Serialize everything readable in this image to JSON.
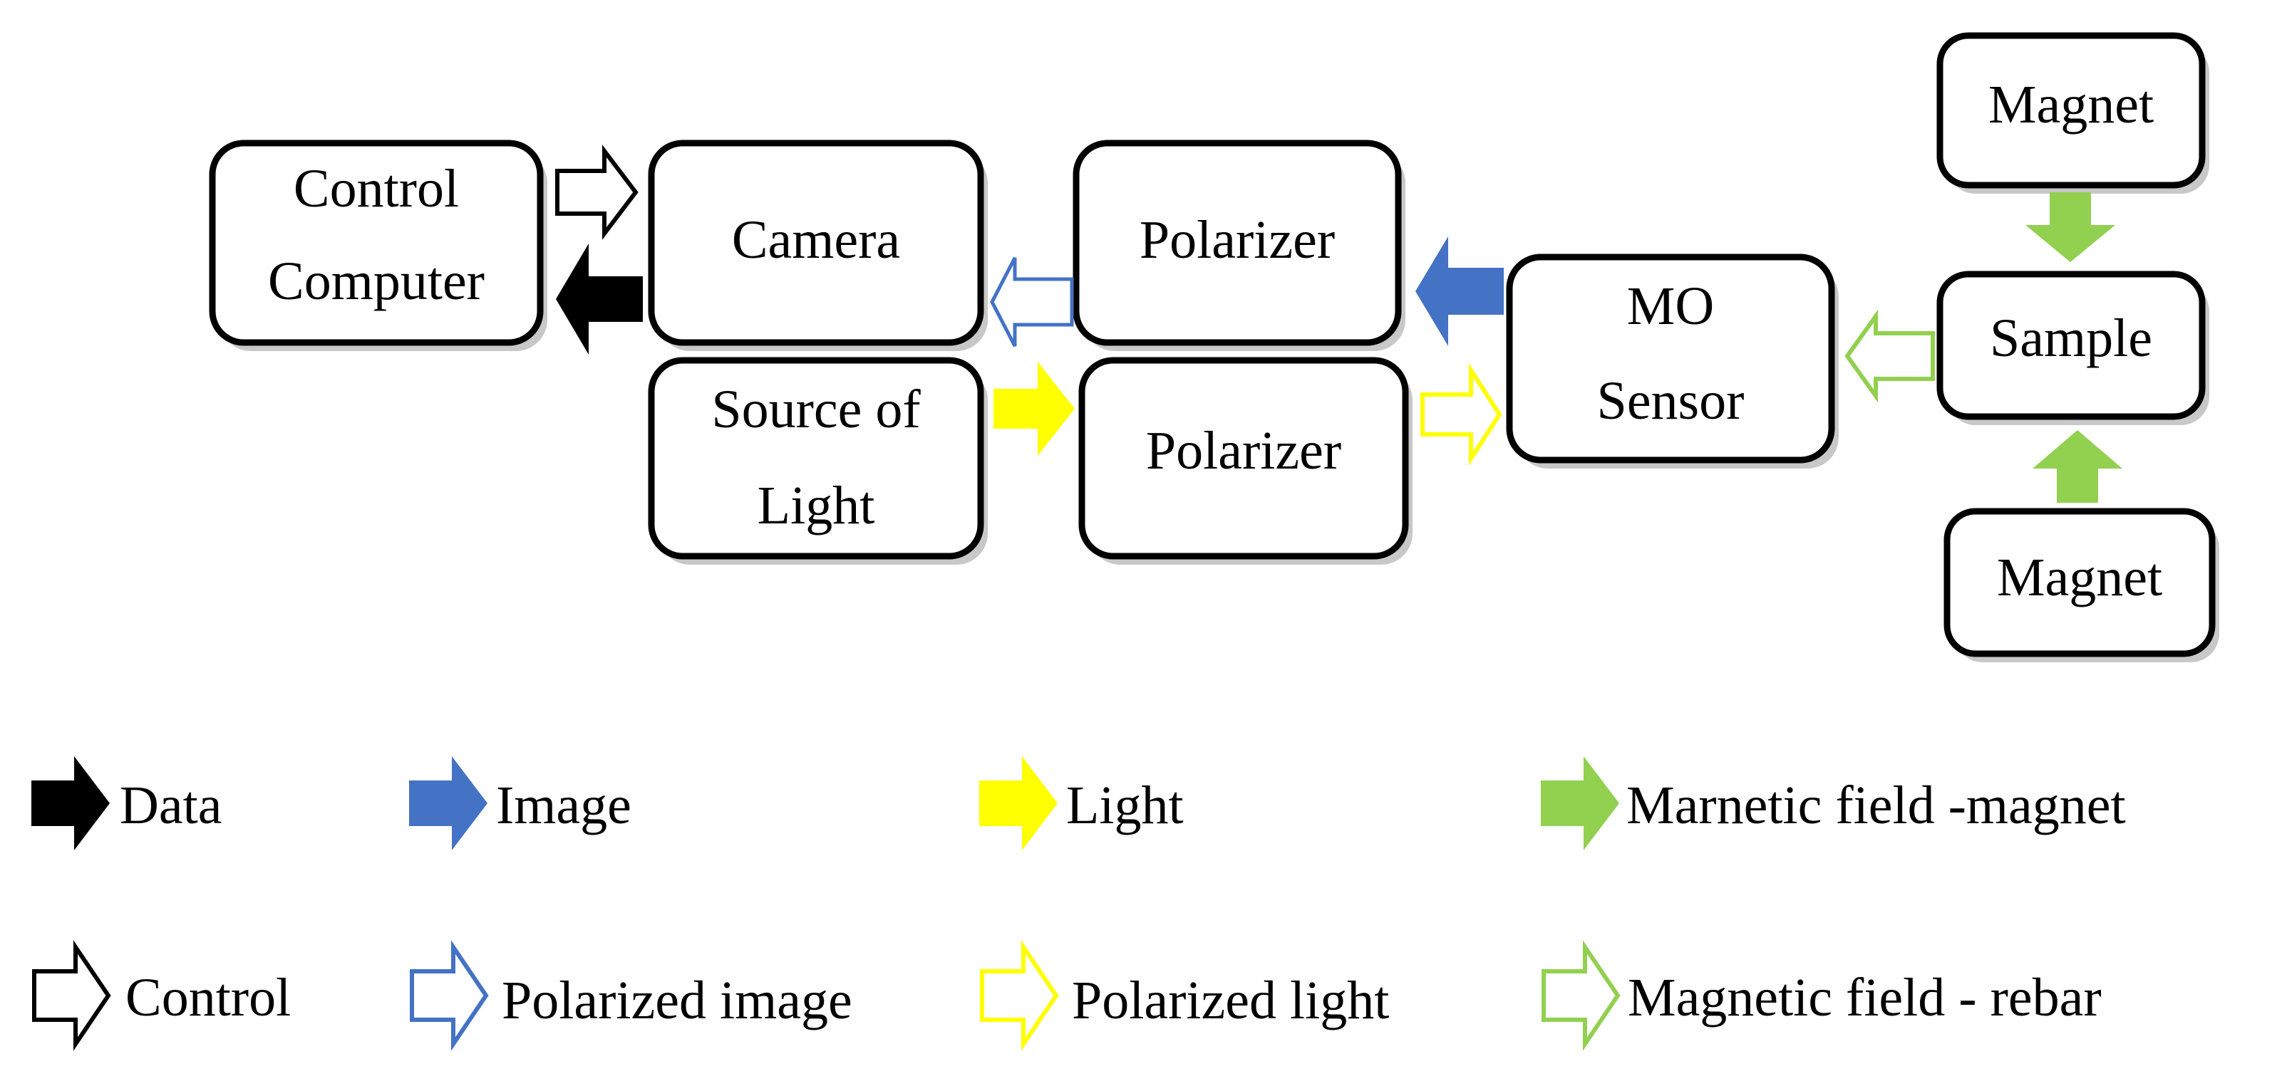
{
  "colors": {
    "data": "#000000",
    "image": "#4472C4",
    "light": "#FFFF00",
    "magnet": "#92D050",
    "control": "#000000",
    "polarized_image": "#4472C4",
    "polarized_light": "#FFFF00",
    "rebar": "#92D050"
  },
  "boxes": {
    "control_computer": {
      "line1": "Control",
      "line2": "Computer"
    },
    "camera": {
      "label": "Camera"
    },
    "polarizer_top": {
      "label": "Polarizer"
    },
    "source_of_light": {
      "line1": "Source of",
      "line2": "Light"
    },
    "polarizer_bottom": {
      "label": "Polarizer"
    },
    "mo_sensor": {
      "line1": "MO",
      "line2": "Sensor"
    },
    "magnet_top": {
      "label": "Magnet"
    },
    "sample": {
      "label": "Sample"
    },
    "magnet_bottom": {
      "label": "Magnet"
    }
  },
  "legend": {
    "data": "Data",
    "image": "Image",
    "light": "Light",
    "magnetic_field_magnet": "Marnetic field -magnet",
    "control": "Control",
    "polarized_image": "Polarized image",
    "polarized_light": "Polarized light",
    "magnetic_field_rebar": "Magnetic field - rebar"
  }
}
